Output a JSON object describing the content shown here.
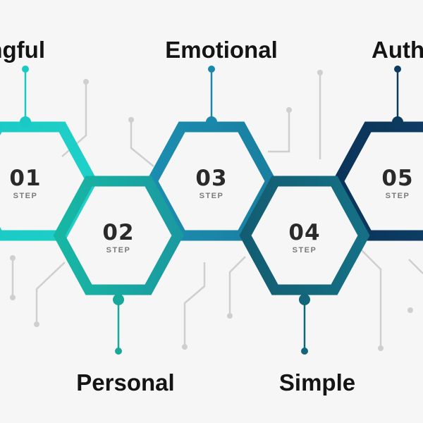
{
  "diagram": {
    "colors": {
      "background": "#f6f6f6",
      "circuit": "#cfcfcf",
      "step1": "#19c9c4",
      "step2": "#17a89a",
      "step3": "#1a88aa",
      "step4": "#13667a",
      "step5": "#0c3b5e"
    },
    "steps": [
      {
        "number": "01",
        "sub": "STEP",
        "label": "Meaningful"
      },
      {
        "number": "02",
        "sub": "STEP",
        "label": "Personal"
      },
      {
        "number": "03",
        "sub": "STEP",
        "label": "Emotional"
      },
      {
        "number": "04",
        "sub": "STEP",
        "label": "Simple"
      },
      {
        "number": "05",
        "sub": "STEP",
        "label": "Authentic"
      }
    ]
  }
}
